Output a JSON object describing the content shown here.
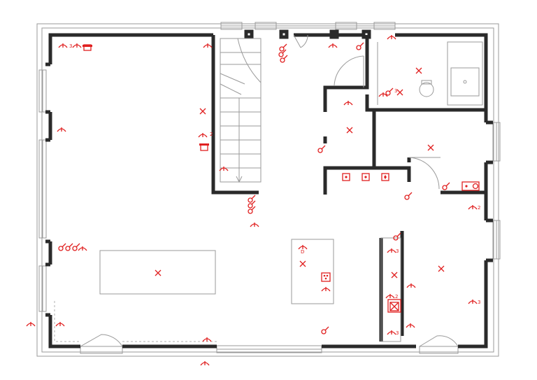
{
  "drawing": {
    "wall_color": "#2a2a2a",
    "symbol_color": "#e02020",
    "hairline_color": "#9a9a9a"
  },
  "annotations": {
    "switch_3_top_left": "3",
    "switch_2_left_column": "2",
    "switch_3_bath": "3",
    "switch_2_right_room": "2",
    "switch_3_right_room": "3",
    "switch_3_kitchen_a": "3",
    "switch_2_kitchen_b": "2",
    "switch_3_kitchen_c": "3",
    "socket_d_island": "D"
  }
}
